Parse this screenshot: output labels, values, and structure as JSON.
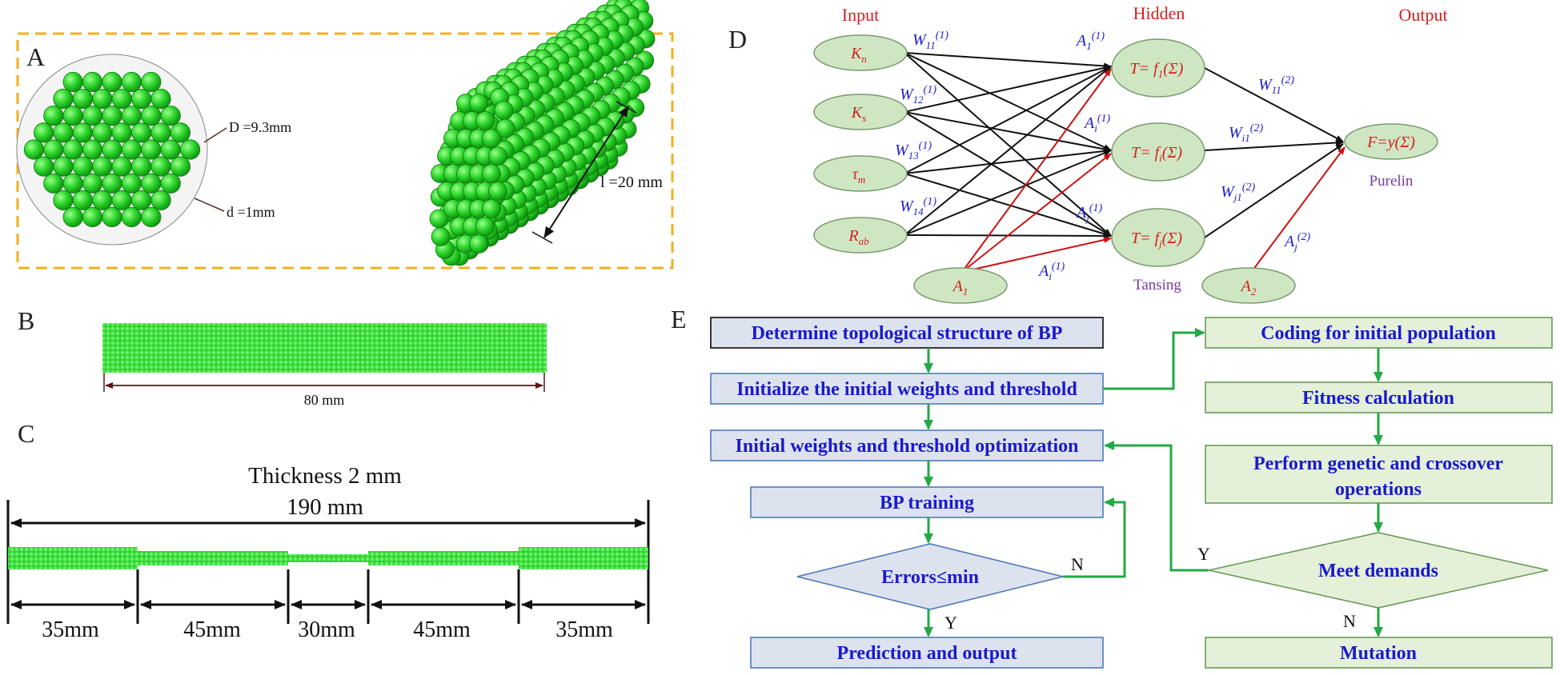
{
  "panels": {
    "a": "A",
    "b": "B",
    "c": "C",
    "d": "D",
    "e": "E"
  },
  "panel_a": {
    "diameter_label": "D =9.3mm",
    "particle_label": "d =1mm",
    "length_label": "l =20 mm"
  },
  "panel_b": {
    "length_label": "80 mm"
  },
  "panel_c": {
    "thickness_label": "Thickness 2 mm",
    "total_label": "190 mm",
    "segments": [
      "35mm",
      "45mm",
      "30mm",
      "45mm",
      "35mm"
    ]
  },
  "panel_d": {
    "headers": {
      "input": "Input",
      "hidden": "Hidden",
      "output": "Output"
    },
    "inputs": [
      {
        "label": "K",
        "sub": "n"
      },
      {
        "label": "K",
        "sub": "s"
      },
      {
        "label": "τ",
        "sub": "m"
      },
      {
        "label": "R",
        "sub": "ab"
      }
    ],
    "bias1": {
      "label": "A",
      "sub": "1"
    },
    "bias2": {
      "label": "A",
      "sub": "2"
    },
    "hidden_nodes": [
      {
        "pre": "T= f",
        "sub": "1",
        "post": "(Σ)"
      },
      {
        "pre": "T= f",
        "sub": "i",
        "post": "(Σ)"
      },
      {
        "pre": "T= f",
        "sub": "j",
        "post": "(Σ)"
      }
    ],
    "output_node": "F=y(Σ)",
    "hidden_func": "Tansing",
    "output_func": "Purelin",
    "input_weights": [
      {
        "base": "W",
        "sub": "11",
        "sup": "(1)"
      },
      {
        "base": "W",
        "sub": "12",
        "sup": "(1)"
      },
      {
        "base": "W",
        "sub": "13",
        "sup": "(1)"
      },
      {
        "base": "W",
        "sub": "14",
        "sup": "(1)"
      }
    ],
    "hidden_bias_labels": [
      {
        "base": "A",
        "sub": "1",
        "sup": "(1)"
      },
      {
        "base": "A",
        "sub": "i",
        "sup": "(1)"
      },
      {
        "base": "A",
        "sub": "j",
        "sup": "(1)"
      },
      {
        "base": "A",
        "sub": "i",
        "sup": "(1)"
      }
    ],
    "output_weights": [
      {
        "base": "W",
        "sub": "11",
        "sup": "(2)"
      },
      {
        "base": "W",
        "sub": "i1",
        "sup": "(2)"
      },
      {
        "base": "W",
        "sub": "j1",
        "sup": "(2)"
      }
    ],
    "output_bias_label": {
      "base": "A",
      "sub": "j",
      "sup": "(2)"
    }
  },
  "panel_e": {
    "left": [
      "Determine topological structure of BP",
      "Initialize the initial weights and threshold",
      "Initial weights and threshold optimization",
      "BP training",
      "Errors≤min",
      "Prediction and output"
    ],
    "right": [
      "Coding for initial population",
      "Fitness calculation",
      "Perform genetic and crossover",
      "operations",
      "Meet demands",
      "Mutation"
    ],
    "yes": "Y",
    "no": "N"
  },
  "colors": {
    "particle": "#22cc22",
    "dash_box": "#f0b020",
    "flow_arrow": "#22aa44",
    "bias_arrow": "#cc1111",
    "text_blue": "#1a1acc",
    "text_red": "#d42020"
  }
}
